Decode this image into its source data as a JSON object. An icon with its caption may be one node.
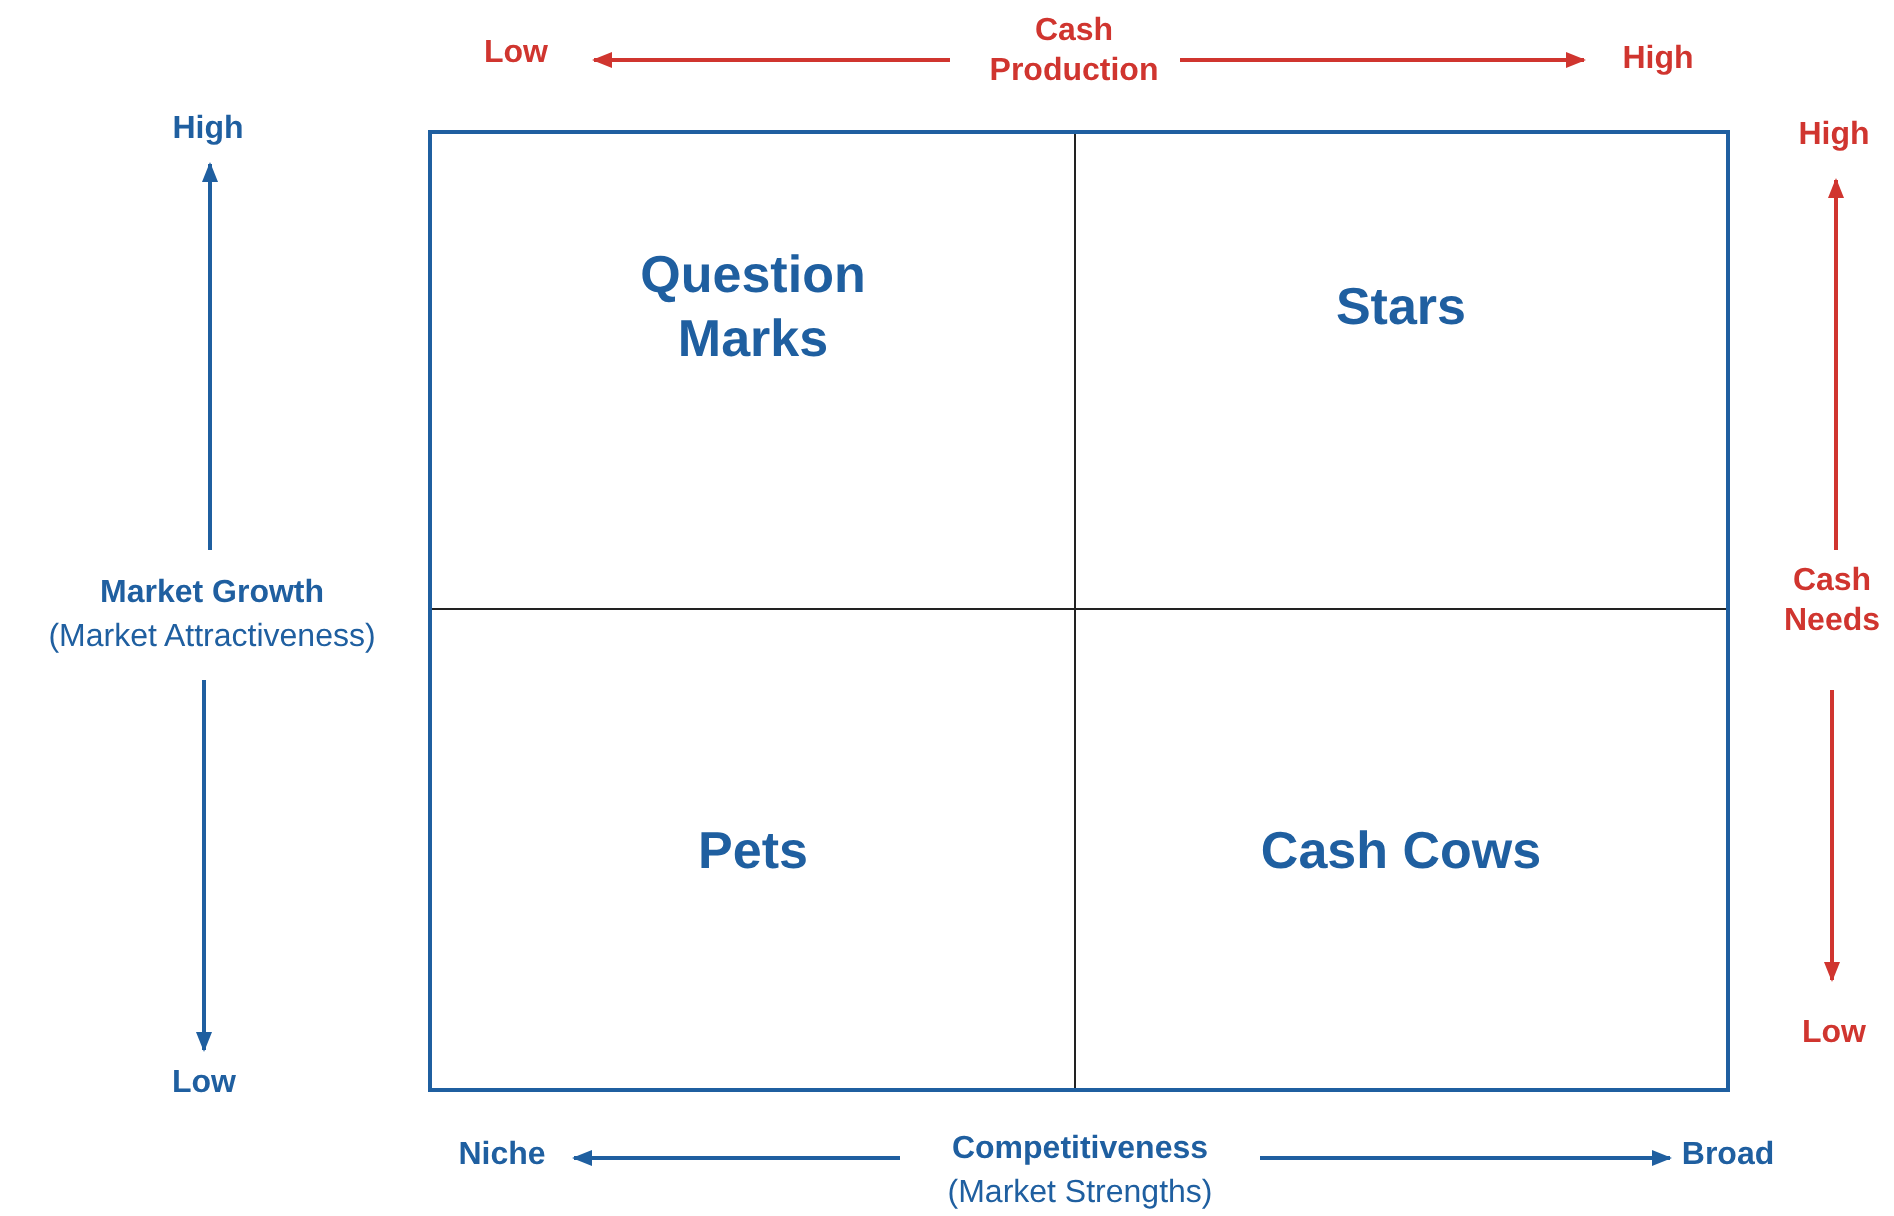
{
  "diagram": {
    "nodes": [
      {
        "text": [
          "Question Marks"
        ]
      },
      {
        "text": [
          "Stars"
        ]
      },
      {
        "text": [
          "Pets"
        ]
      },
      {
        "text": [
          "Cash Cows"
        ]
      }
    ],
    "labels": [
      "Low",
      "Cash Production",
      "High",
      "High",
      "High",
      "Market Growth",
      "(Market Attractiveness)",
      "Cash Needs",
      "Low",
      "Low",
      "Niche",
      "Competitiveness",
      "(Market Strengths)",
      "Broad"
    ]
  }
}
